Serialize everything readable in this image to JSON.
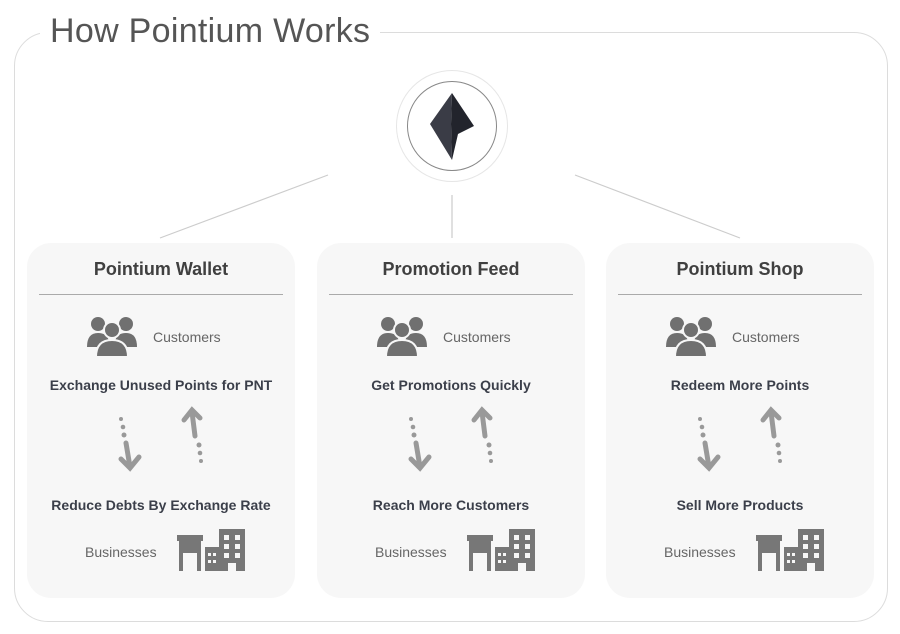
{
  "title": "How Pointium Works",
  "colors": {
    "icon": "#707070",
    "text_dark": "#3b3f4a",
    "logo": "#2b2d36"
  },
  "cards": [
    {
      "title": "Pointium Wallet",
      "customers_label": "Customers",
      "customer_benefit": "Exchange Unused Points for PNT",
      "business_benefit": "Reduce Debts By Exchange Rate",
      "businesses_label": "Businesses"
    },
    {
      "title": "Promotion Feed",
      "customers_label": "Customers",
      "customer_benefit": "Get Promotions Quickly",
      "business_benefit": "Reach More Customers",
      "businesses_label": "Businesses"
    },
    {
      "title": "Pointium Shop",
      "customers_label": "Customers",
      "customer_benefit": "Redeem More Points",
      "business_benefit": "Sell More Products",
      "businesses_label": "Businesses"
    }
  ]
}
